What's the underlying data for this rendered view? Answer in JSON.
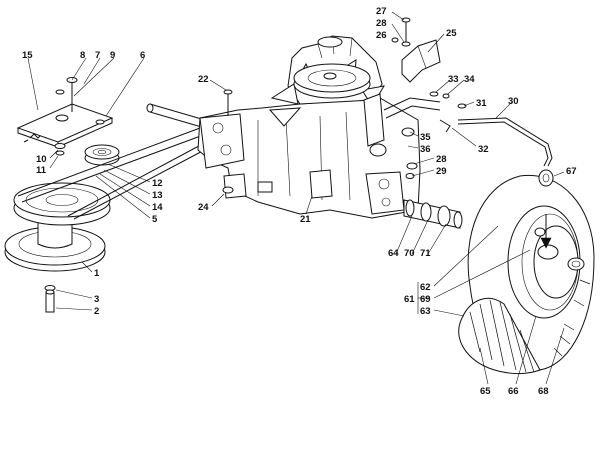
{
  "callouts": [
    {
      "id": "c15",
      "text": "15"
    },
    {
      "id": "c8",
      "text": "8"
    },
    {
      "id": "c7",
      "text": "7"
    },
    {
      "id": "c9",
      "text": "9"
    },
    {
      "id": "c6",
      "text": "6"
    },
    {
      "id": "c10",
      "text": "10"
    },
    {
      "id": "c11",
      "text": "11"
    },
    {
      "id": "c12",
      "text": "12"
    },
    {
      "id": "c13",
      "text": "13"
    },
    {
      "id": "c14",
      "text": "14"
    },
    {
      "id": "c5",
      "text": "5"
    },
    {
      "id": "c1",
      "text": "1"
    },
    {
      "id": "c3",
      "text": "3"
    },
    {
      "id": "c2",
      "text": "2"
    },
    {
      "id": "c22",
      "text": "22"
    },
    {
      "id": "c24",
      "text": "24"
    },
    {
      "id": "c21",
      "text": "21"
    },
    {
      "id": "c27",
      "text": "27"
    },
    {
      "id": "c28a",
      "text": "28"
    },
    {
      "id": "c26",
      "text": "26"
    },
    {
      "id": "c25",
      "text": "25"
    },
    {
      "id": "c33",
      "text": "33"
    },
    {
      "id": "c34",
      "text": "34"
    },
    {
      "id": "c31",
      "text": "31"
    },
    {
      "id": "c30",
      "text": "30"
    },
    {
      "id": "c35",
      "text": "35"
    },
    {
      "id": "c36",
      "text": "36"
    },
    {
      "id": "c32",
      "text": "32"
    },
    {
      "id": "c28b",
      "text": "28"
    },
    {
      "id": "c29",
      "text": "29"
    },
    {
      "id": "c67",
      "text": "67"
    },
    {
      "id": "c64",
      "text": "64"
    },
    {
      "id": "c70",
      "text": "70"
    },
    {
      "id": "c71",
      "text": "71"
    },
    {
      "id": "c62",
      "text": "62"
    },
    {
      "id": "c61",
      "text": "61"
    },
    {
      "id": "c69",
      "text": "69"
    },
    {
      "id": "c63",
      "text": "63"
    },
    {
      "id": "c65",
      "text": "65"
    },
    {
      "id": "c66",
      "text": "66"
    },
    {
      "id": "c68",
      "text": "68"
    }
  ]
}
